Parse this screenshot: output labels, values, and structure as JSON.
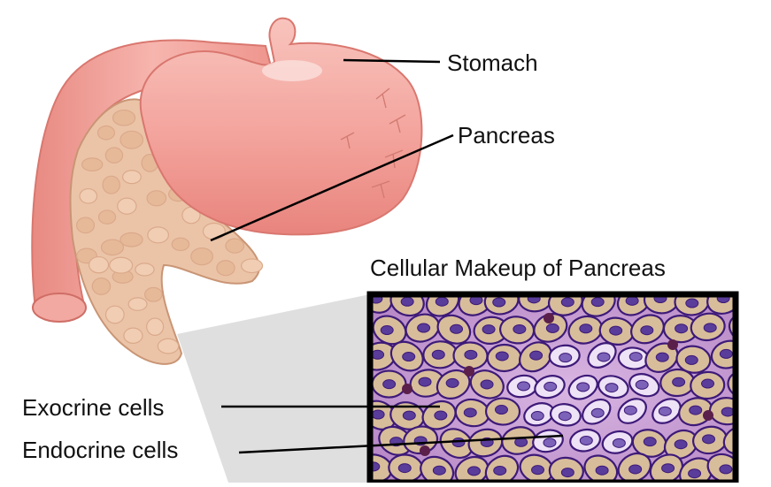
{
  "labels": {
    "stomach": "Stomach",
    "pancreas": "Pancreas",
    "cellular_title": "Cellular Makeup of Pancreas",
    "exocrine": "Exocrine cells",
    "endocrine": "Endocrine cells"
  },
  "colors": {
    "stomach_fill": "#f3a39c",
    "stomach_outline": "#d9776f",
    "pancreas_fill": "#ebc4a8",
    "pancreas_lobule": "#dba98a",
    "tissue_background": "#c59ad0",
    "exocrine_cell": "#d8bd9a",
    "endocrine_cell": "#eee2f6",
    "nucleus": "#5a3d9a",
    "membrane": "#3d1a78",
    "frame": "#000000",
    "zoom_wedge": "#cfcfcf"
  }
}
